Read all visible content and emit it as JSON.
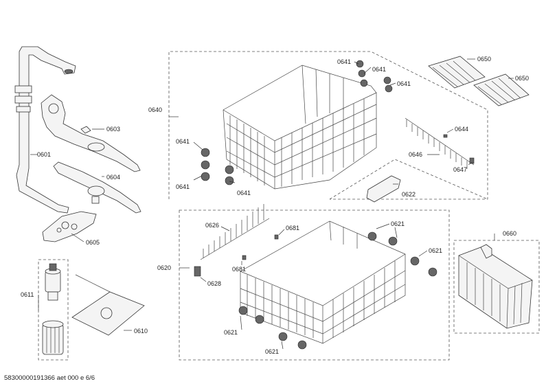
{
  "labels": {
    "p0601": "0601",
    "p0603": "0603",
    "p0604": "0604",
    "p0605": "0605",
    "p0611": "0611",
    "p0610": "0610",
    "p0640": "0640",
    "p0641": "0641",
    "p0644": "0644",
    "p0646": "0646",
    "p0647": "0647",
    "p0622": "0622",
    "p0650": "0650",
    "p0620": "0620",
    "p0626": "0626",
    "p0681": "0681",
    "p0628": "0628",
    "p0621": "0621",
    "p0660": "0660"
  },
  "footer": {
    "doc_id": "58300000191366 aet 000 e 6/6"
  }
}
